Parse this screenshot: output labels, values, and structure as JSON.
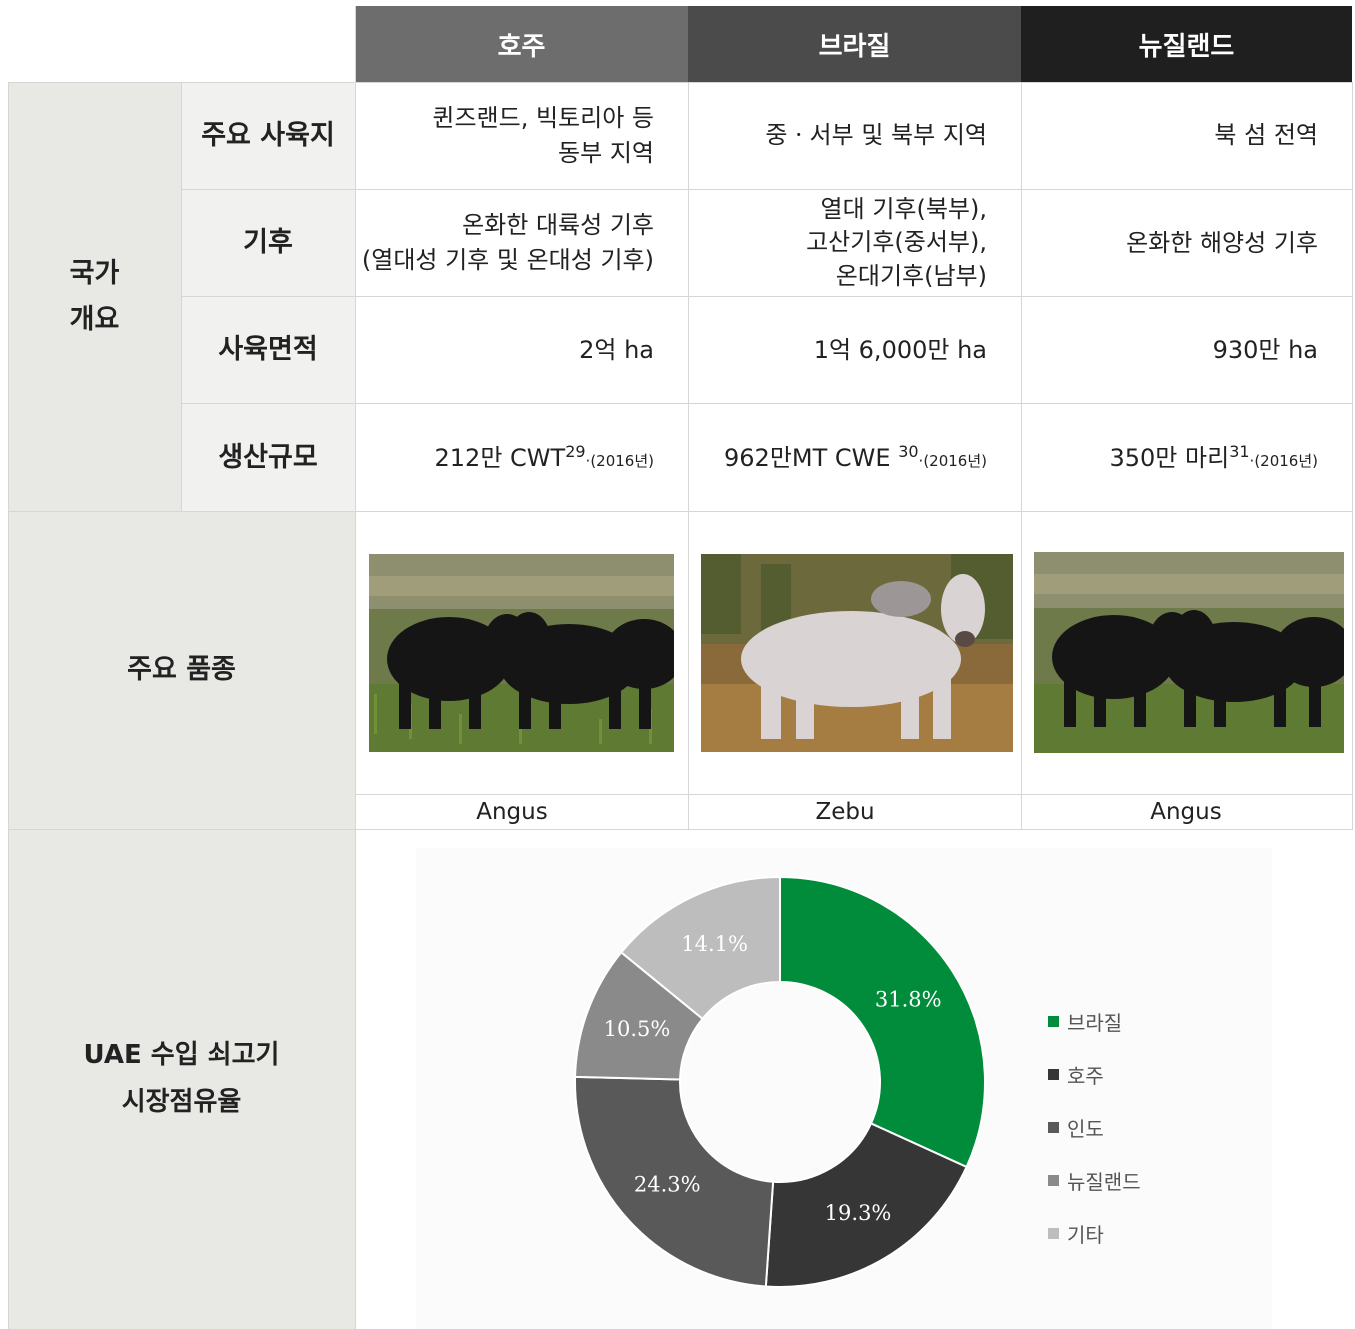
{
  "columns": [
    "호주",
    "브라질",
    "뉴질랜드"
  ],
  "column_colors": [
    "#6d6d6d",
    "#4b4b4b",
    "#1f1f1f"
  ],
  "group_label": "국가\n개요",
  "rows": {
    "region": {
      "label": "주요 사육지",
      "values": [
        "퀸즈랜드, 빅토리아 등\n동부 지역",
        "중ㆍ서부 및 북부 지역",
        "북 섬 전역"
      ]
    },
    "climate": {
      "label": "기후",
      "values": [
        "온화한 대륙성 기후\n(열대성 기후 및 온대성 기후)",
        "열대 기후(북부),\n고산기후(중서부),\n온대기후(남부)",
        "온화한 해양성 기후"
      ]
    },
    "area": {
      "label": "사육면적",
      "values": [
        "2억 ha",
        "1억 6,000만 ha",
        "930만 ha"
      ]
    },
    "production": {
      "label": "생산규모",
      "values": [
        {
          "main": "212만 CWT",
          "sup": "29",
          "note": "·(2016년)"
        },
        {
          "main": "962만MT CWE ",
          "sup": "30",
          "note": "·(2016년)"
        },
        {
          "main": "350만 마리",
          "sup": "31",
          "note": "·(2016년)"
        }
      ]
    }
  },
  "breeds": {
    "label": "주요 품종",
    "names": [
      "Angus",
      "Zebu",
      "Angus"
    ]
  },
  "share": {
    "label": "UAE 수입 쇠고기\n시장점유율"
  },
  "chart_data": {
    "type": "pie",
    "donut": true,
    "labels": [
      "브라질",
      "호주",
      "인도",
      "뉴질랜드",
      "기타"
    ],
    "values": [
      31.8,
      19.3,
      24.3,
      10.5,
      14.1
    ],
    "value_labels": [
      "31.8%",
      "19.3%",
      "24.3%",
      "10.5%",
      "14.1%"
    ],
    "colors": [
      "#008c3a",
      "#363636",
      "#595959",
      "#8a8a8a",
      "#bdbdbd"
    ],
    "legend_position": "right"
  }
}
